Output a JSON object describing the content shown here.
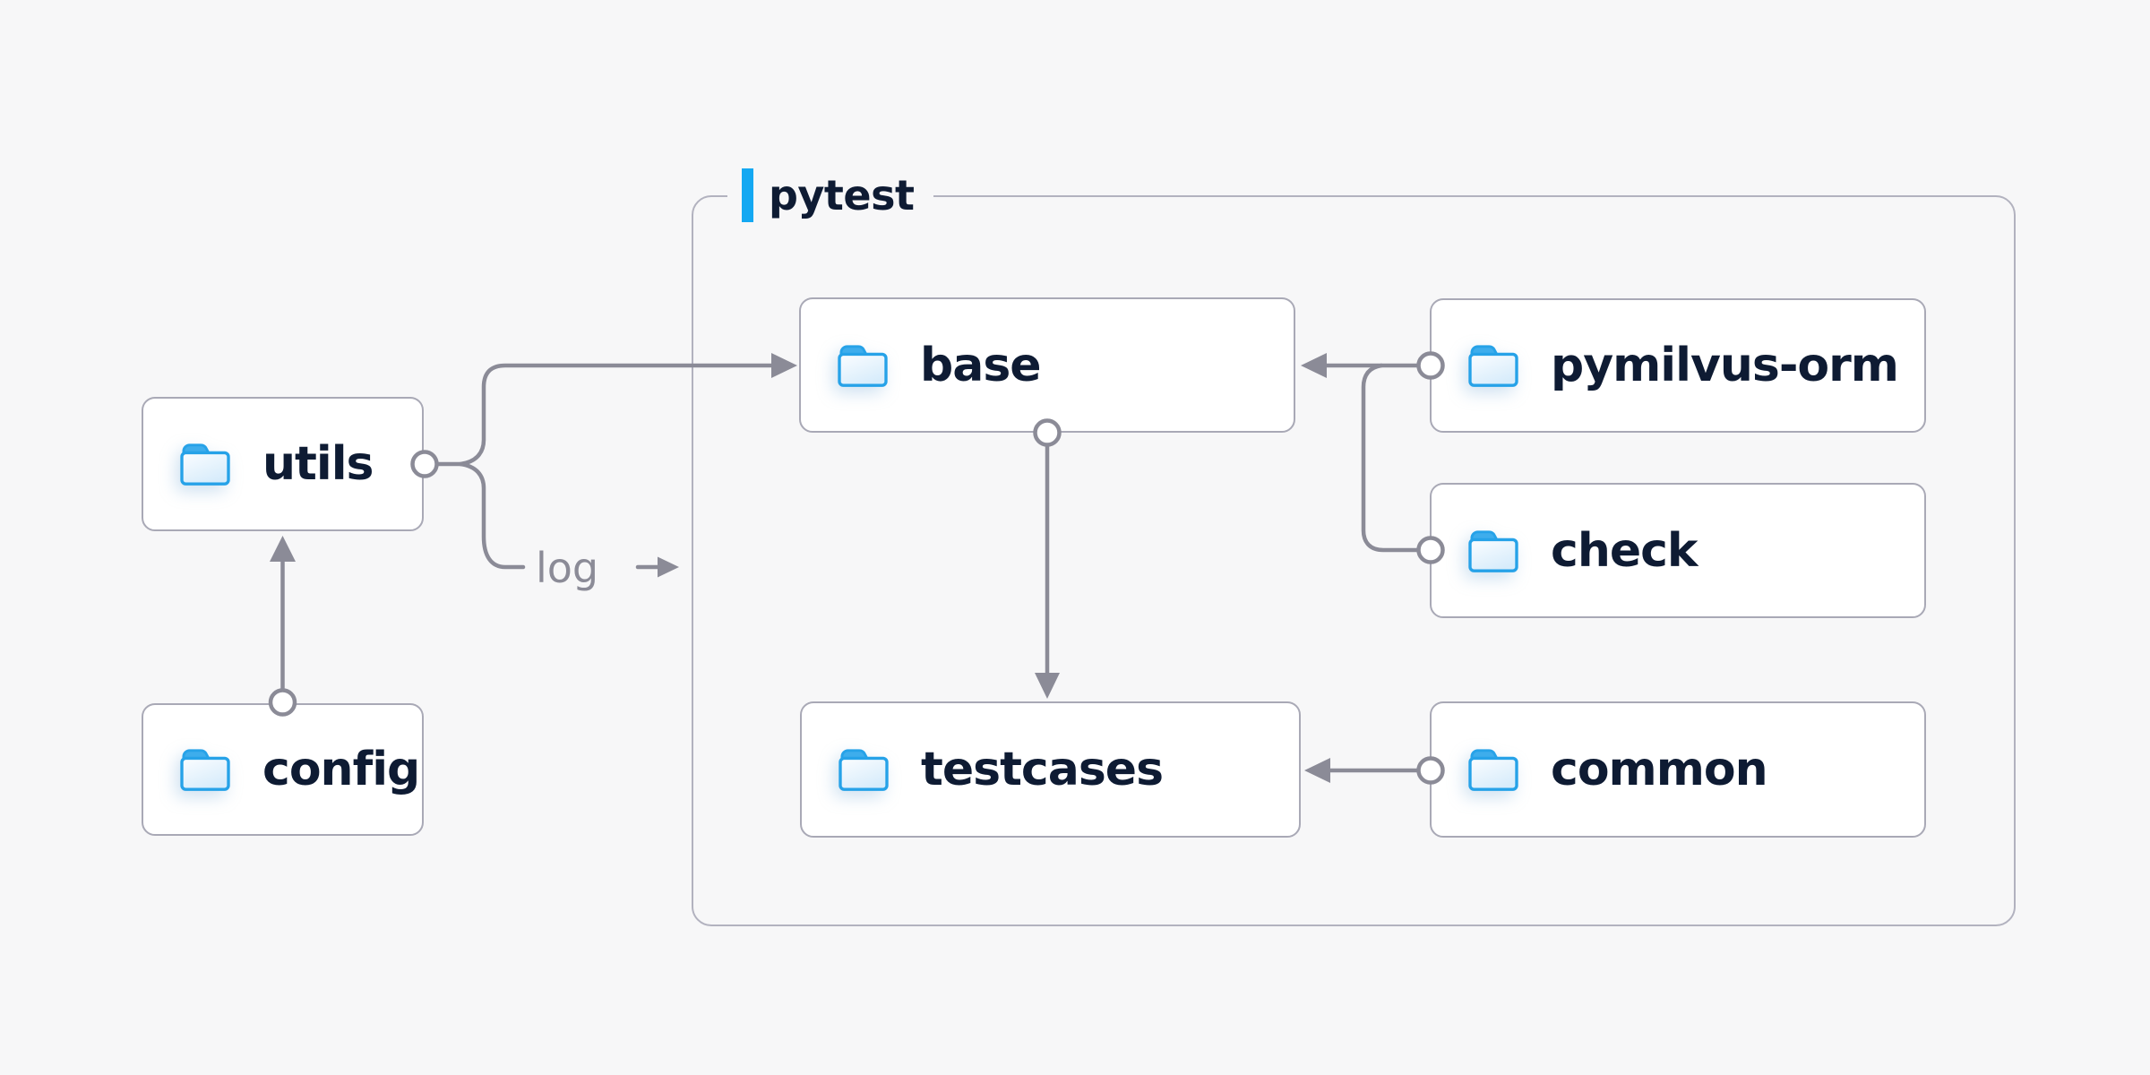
{
  "container": {
    "label": "pytest"
  },
  "nodes": {
    "utils": {
      "label": "utils",
      "icon": "folder-icon"
    },
    "config": {
      "label": "config",
      "icon": "folder-icon"
    },
    "base": {
      "label": "base",
      "icon": "folder-icon"
    },
    "pymilvus_orm": {
      "label": "pymilvus-orm",
      "icon": "folder-icon"
    },
    "check": {
      "label": "check",
      "icon": "folder-icon"
    },
    "testcases": {
      "label": "testcases",
      "icon": "folder-icon"
    },
    "common": {
      "label": "common",
      "icon": "folder-icon"
    }
  },
  "edges": [
    {
      "from": "config",
      "to": "utils",
      "style": "circle-port-arrow"
    },
    {
      "from": "utils",
      "to": "base",
      "style": "circle-port-arrow"
    },
    {
      "from": "utils",
      "to": "pytest",
      "style": "labeled-arrow",
      "label": "log"
    },
    {
      "from": "pymilvus-orm",
      "to": "base",
      "style": "circle-port-arrow"
    },
    {
      "from": "pymilvus-orm",
      "to": "check",
      "style": "circle-port"
    },
    {
      "from": "base",
      "to": "testcases",
      "style": "circle-port-arrow"
    },
    {
      "from": "common",
      "to": "testcases",
      "style": "circle-port-arrow"
    }
  ],
  "colors": {
    "background": "#f7f7f8",
    "node_background": "#ffffff",
    "node_border": "#a9a9b6",
    "group_border": "#b2b2bf",
    "text_navy": "#0e1b33",
    "wire_gray": "#8b8b97",
    "accent_blue": "#14a8f2",
    "folder_stroke": "#26a2e8",
    "folder_tab": "#3eadec",
    "folder_fill_light": "#fbfdff",
    "folder_fill_blue": "#d7ecfb"
  }
}
